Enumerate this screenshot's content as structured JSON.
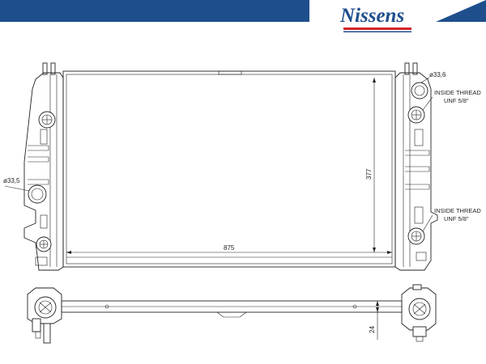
{
  "brand": {
    "name": "Nissens",
    "colors": {
      "navy": "#1f4e8c",
      "red": "#d2232a",
      "ink": "#222222"
    }
  },
  "dimensions": {
    "width": "875",
    "height": "377",
    "thickness": "24",
    "outlet_diameter_top": "ø33,6",
    "inlet_diameter_left": "ø33,5"
  },
  "notes": {
    "thread_upper": {
      "line1": "INSIDE THREAD",
      "line2": "UNF 5/8\""
    },
    "thread_lower": {
      "line1": "INSIDE THREAD",
      "line2": "UNF 5/8\""
    }
  }
}
